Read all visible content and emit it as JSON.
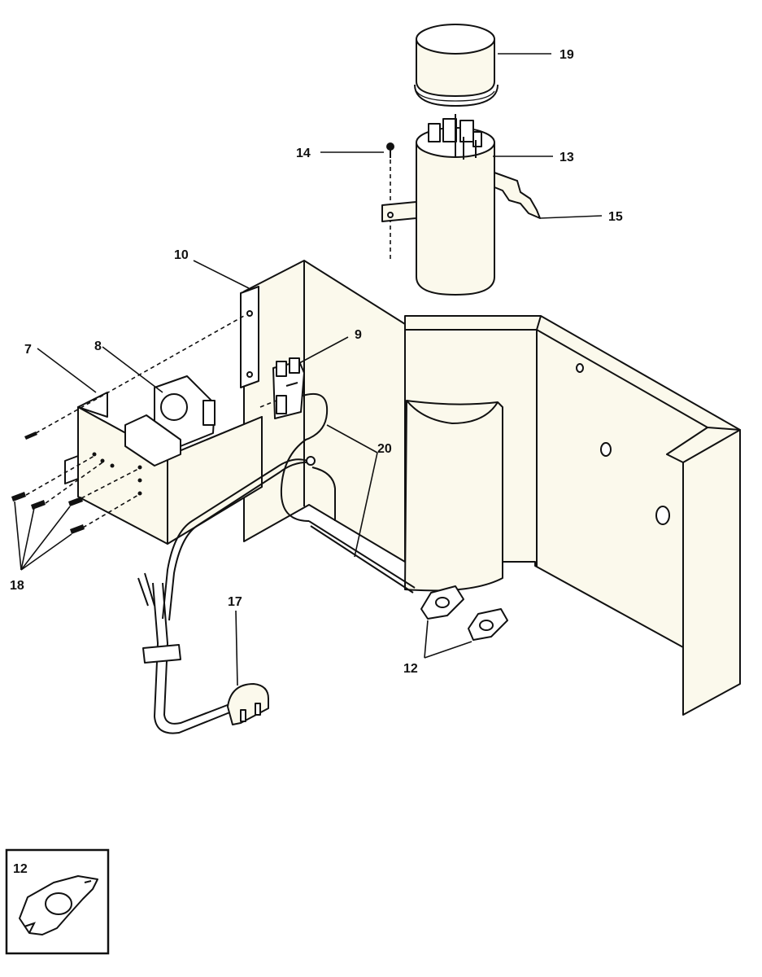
{
  "callouts": {
    "c7": "7",
    "c8": "8",
    "c9": "9",
    "c10": "10",
    "c12": "12",
    "c13": "13",
    "c14": "14",
    "c15": "15",
    "c17": "17",
    "c18": "18",
    "c19": "19",
    "c20": "20"
  },
  "inset": {
    "label": "12"
  }
}
